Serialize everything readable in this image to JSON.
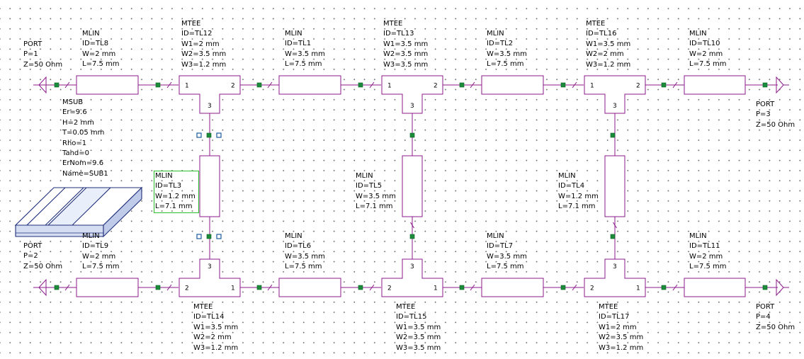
{
  "labels": {
    "port1": [
      "PORT",
      "P=1",
      "Z=50 Ohm"
    ],
    "port2": [
      "PORT",
      "P=2",
      "Z=50 Ohm"
    ],
    "port3": [
      "PORT",
      "P=3",
      "Z=50 Ohm"
    ],
    "port4": [
      "PORT",
      "P=4",
      "Z=50 Ohm"
    ],
    "tl8": [
      "MLIN",
      "ID=TL8",
      "W=2 mm",
      "L=7.5 mm"
    ],
    "tl1": [
      "MLIN",
      "ID=TL1",
      "W=3.5 mm",
      "L=7.5 mm"
    ],
    "tl2": [
      "MLIN",
      "ID=TL2",
      "W=3.5 mm",
      "L=7.5 mm"
    ],
    "tl10": [
      "MLIN",
      "ID=TL10",
      "W=2 mm",
      "L=7.5 mm"
    ],
    "tl9": [
      "MLIN",
      "ID=TL9",
      "W=2 mm",
      "L=7.5 mm"
    ],
    "tl6": [
      "MLIN",
      "ID=TL6",
      "W=3.5 mm",
      "L=7.5 mm"
    ],
    "tl7": [
      "MLIN",
      "ID=TL7",
      "W=3.5 mm",
      "L=7.5 mm"
    ],
    "tl11": [
      "MLIN",
      "ID=TL11",
      "W=2 mm",
      "L=7.5 mm"
    ],
    "tl3": [
      "MLIN",
      "ID=TL3",
      "W=1.2 mm",
      "L=7.1 mm"
    ],
    "tl5": [
      "MLIN",
      "ID=TL5",
      "W=3.5 mm",
      "L=7.1 mm"
    ],
    "tl4": [
      "MLIN",
      "ID=TL4",
      "W=1.2 mm",
      "L=7.1 mm"
    ],
    "tl12": [
      "MTEE",
      "ID=TL12",
      "W1=2 mm",
      "W2=3.5 mm",
      "W3=1.2 mm"
    ],
    "tl13": [
      "MTEE",
      "ID=TL13",
      "W1=3.5 mm",
      "W2=3.5 mm",
      "W3=3.5 mm"
    ],
    "tl16": [
      "MTEE",
      "ID=TL16",
      "W1=3.5 mm",
      "W2=2 mm",
      "W3=1.2 mm"
    ],
    "tl14": [
      "MTEE",
      "ID=TL14",
      "W1=3.5 mm",
      "W2=2 mm",
      "W3=1.2 mm"
    ],
    "tl15": [
      "MTEE",
      "ID=TL15",
      "W1=3.5 mm",
      "W2=3.5 mm",
      "W3=3.5 mm"
    ],
    "tl17": [
      "MTEE",
      "ID=TL17",
      "W1=2 mm",
      "W2=3.5 mm",
      "W3=1.2 mm"
    ],
    "msub": [
      "MSUB",
      "Er=9.6",
      "H=2 mm",
      "T=0.05 mm",
      "Rho=1",
      "Tand=0",
      "ErNom=9.6",
      "Name=SUB1"
    ]
  },
  "pin_labels": {
    "tee_top": {
      "left": "1",
      "right": "2",
      "stub": "3"
    },
    "tee_bottom": {
      "left": "2",
      "right": "1",
      "stub": "3"
    }
  },
  "colors": {
    "wire": "#8b1a8b",
    "node": "#1a8c3a",
    "grid_dot": "#6e6e6e",
    "selection": "#2ac02a",
    "substrate_outline": "#1f2f7a"
  },
  "icons": {
    "substrate": "msub-substrate-icon",
    "port": "port-terminal-icon"
  }
}
